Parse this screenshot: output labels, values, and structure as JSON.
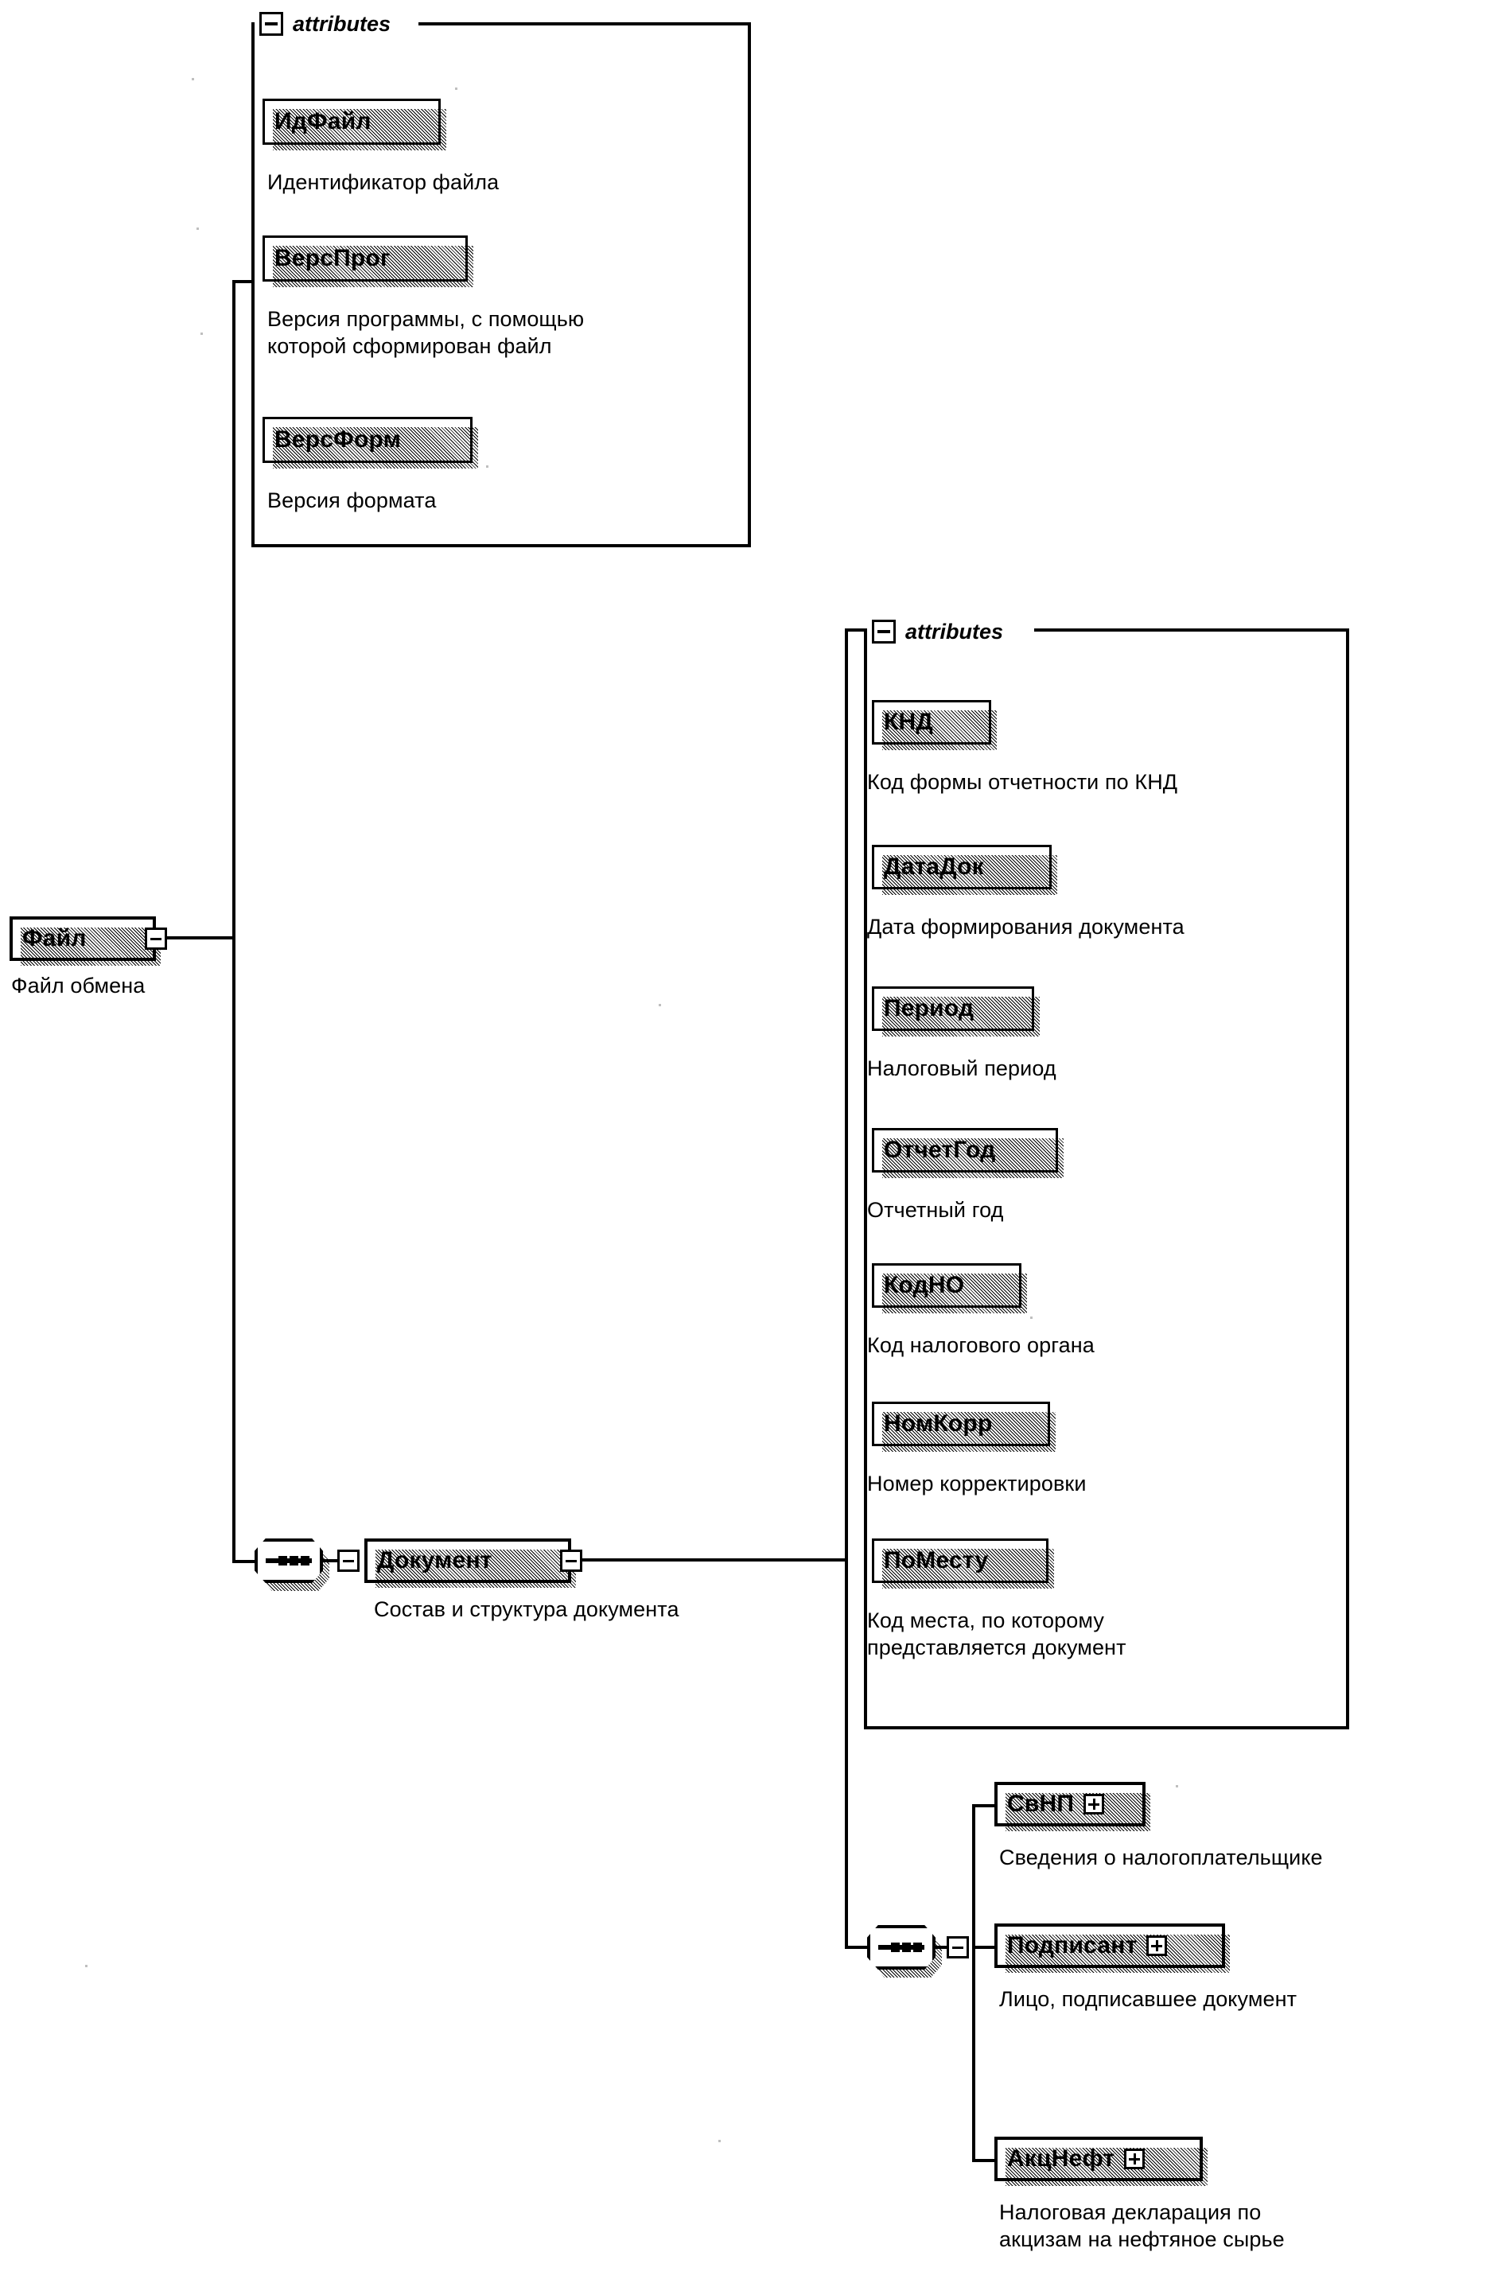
{
  "diagram": {
    "title": "XSD schema tree",
    "root": {
      "name": "Файл",
      "caption": "Файл обмена",
      "toggle": "minus"
    },
    "file_attributes_group": {
      "header_label": "attributes",
      "header_glyph": "minus-box-icon",
      "items": [
        {
          "name": "ИдФайл",
          "caption": "Идентификатор файла"
        },
        {
          "name": "ВерсПрог",
          "caption": "Версия программы, с помощью\nкоторой сформирован файл"
        },
        {
          "name": "ВерсФорм",
          "caption": "Версия формата"
        }
      ]
    },
    "document": {
      "name": "Документ",
      "caption": "Состав и структура документа",
      "toggle": "minus",
      "compositor": "sequence"
    },
    "document_attributes_group": {
      "header_label": "attributes",
      "header_glyph": "minus-box-icon",
      "items": [
        {
          "name": "КНД",
          "caption": "Код формы отчетности по КНД"
        },
        {
          "name": "ДатаДок",
          "caption": "Дата формирования документа"
        },
        {
          "name": "Период",
          "caption": "Налоговый период"
        },
        {
          "name": "ОтчетГод",
          "caption": "Отчетный год"
        },
        {
          "name": "КодНО",
          "caption": "Код налогового органа"
        },
        {
          "name": "НомКорр",
          "caption": "Номер корректировки"
        },
        {
          "name": "ПоМесту",
          "caption": "Код места, по которому\nпредставляется документ"
        }
      ]
    },
    "document_children": {
      "compositor": "sequence",
      "items": [
        {
          "name": "СвНП",
          "caption": "Сведения о налогоплательщике",
          "expand": "plus"
        },
        {
          "name": "Подписант",
          "caption": "Лицо, подписавшее документ",
          "expand": "plus"
        },
        {
          "name": "АкцНефт",
          "caption": "Налоговая декларация по\nакцизам на нефтяное сырье",
          "expand": "plus"
        }
      ]
    }
  }
}
